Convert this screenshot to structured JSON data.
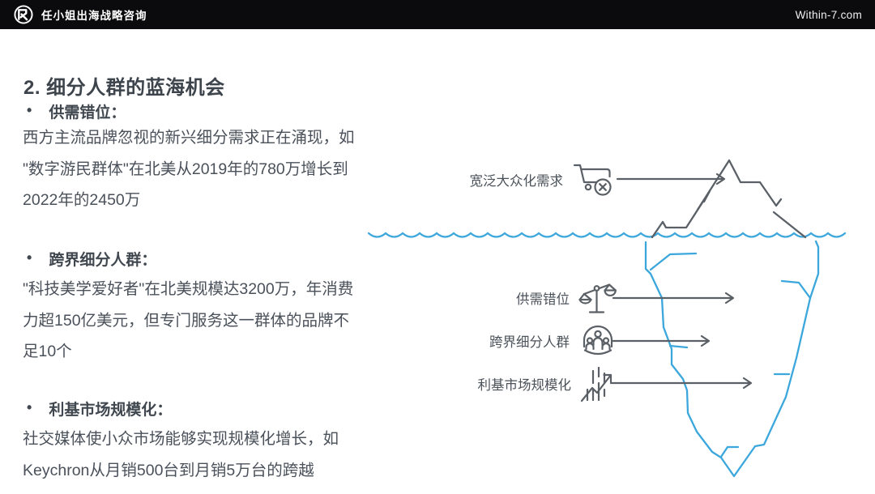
{
  "header": {
    "brand": "任小姐出海战略咨询",
    "site": "Within-7.com"
  },
  "title": "2. 细分人群的蓝海机会",
  "bullet_char": "•",
  "bullets": [
    {
      "heading": "供需错位：",
      "lines": [
        "西方主流品牌忽视的新兴细分需求正在涌现，如",
        "\"数字游民群体\"在北美从2019年的780万增长到",
        "2022年的2450万"
      ]
    },
    {
      "heading": "跨界细分人群：",
      "lines": [
        "\"科技美学爱好者\"在北美规模达3200万，年消费",
        "力超150亿美元，但专门服务这一群体的品牌不",
        "足10个"
      ]
    },
    {
      "heading": "利基市场规模化：",
      "lines": [
        "社交媒体使小众市场能够实现规模化增长，如",
        "Keychron从月销500台到月销5万台的跨越"
      ]
    }
  ],
  "diagram": {
    "labels": [
      {
        "text": "宽泛大众化需求",
        "icon": "cart-x-icon"
      },
      {
        "text": "供需错位",
        "icon": "scales-icon"
      },
      {
        "text": "跨界细分人群",
        "icon": "group-icon"
      },
      {
        "text": "利基市场规模化",
        "icon": "growth-chart-icon"
      }
    ],
    "colors": {
      "ice_blue": "#3BA7DC",
      "stroke_gray": "#5A6066"
    }
  }
}
